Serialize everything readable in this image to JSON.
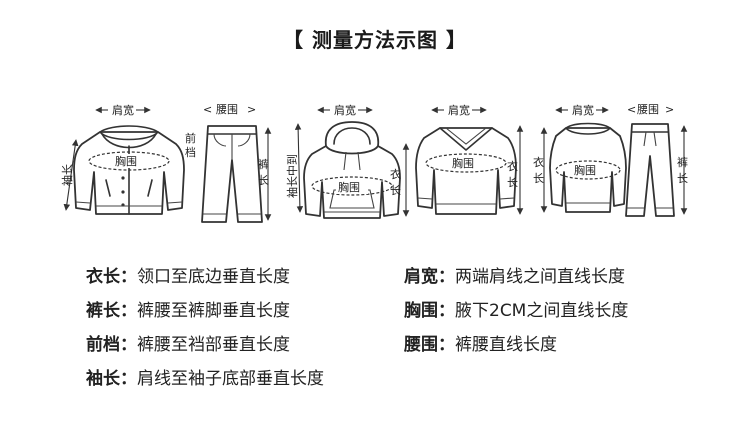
{
  "title": "【 测量方法示图 】",
  "garments": {
    "jacket": {
      "shoulder": "肩宽",
      "chest": "胸围",
      "sleeve": "袖长"
    },
    "pants": {
      "waist": "腰围",
      "rise": "前档",
      "length": "裤长"
    },
    "hoodie": {
      "shoulder": "肩宽",
      "chest": "胸围",
      "sleeve": "袖长中到",
      "length": "衣长"
    },
    "sweater": {
      "shoulder": "肩宽",
      "chest": "胸围",
      "length": "衣长"
    },
    "set_top": {
      "shoulder": "肩宽",
      "chest": "胸围",
      "length": "衣长"
    },
    "set_pants": {
      "waist": "腰围",
      "length": "裤长"
    }
  },
  "definitions": {
    "left": [
      {
        "term": "衣长",
        "desc": "领口至底边垂直长度"
      },
      {
        "term": "裤长",
        "desc": "裤腰至裤脚垂直长度"
      },
      {
        "term": "前档",
        "desc": "裤腰至裆部垂直长度"
      },
      {
        "term": "袖长",
        "desc": "肩线至袖子底部垂直长度"
      }
    ],
    "right": [
      {
        "term": "肩宽",
        "desc": "两端肩线之间直线长度"
      },
      {
        "term": "胸围",
        "desc": "腋下2CM之间直线长度"
      },
      {
        "term": "腰围",
        "desc": "裤腰直线长度"
      }
    ]
  }
}
